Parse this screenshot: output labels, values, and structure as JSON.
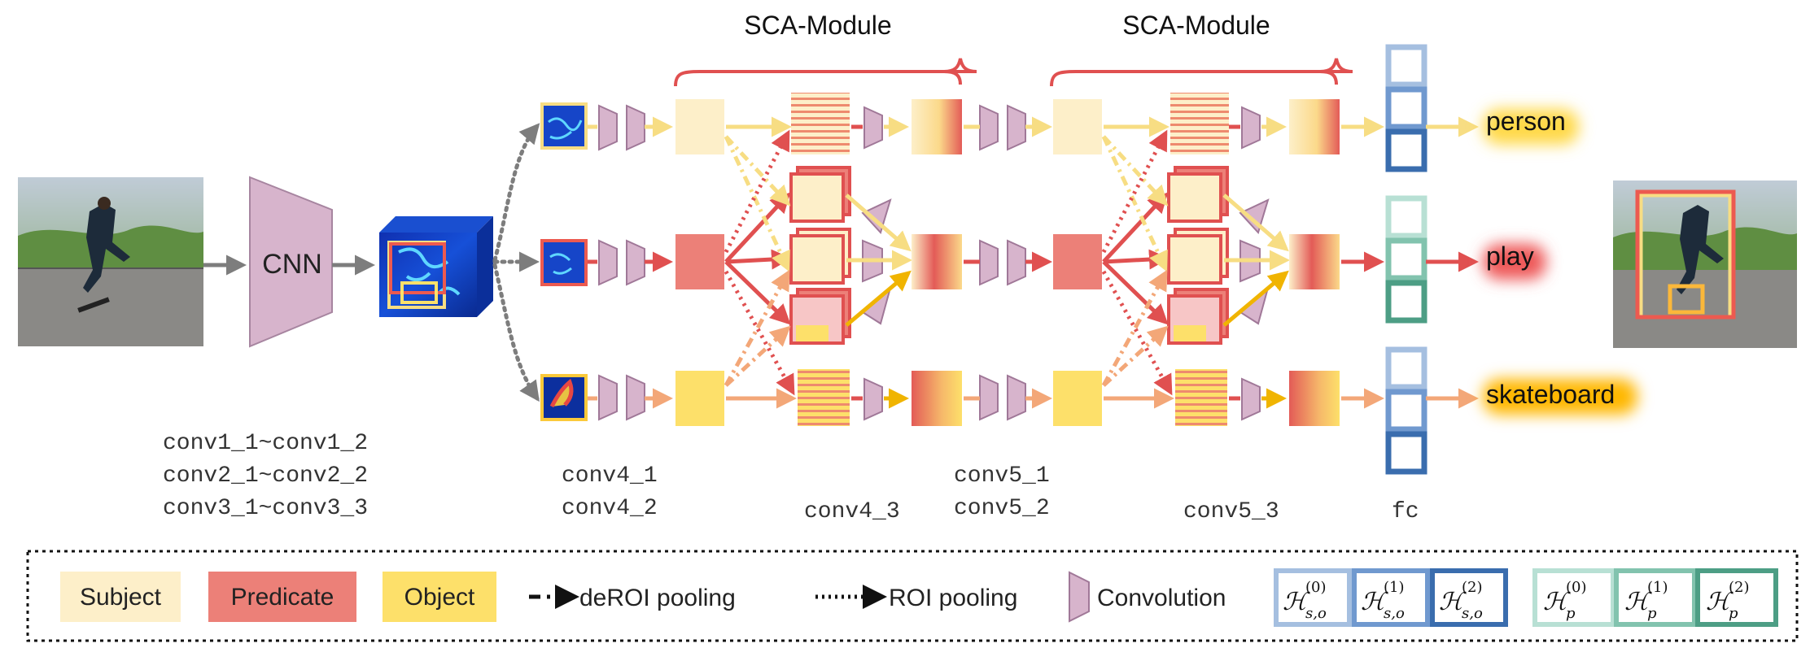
{
  "modules": [
    {
      "label": "SCA-Module"
    },
    {
      "label": "SCA-Module"
    }
  ],
  "backbone": {
    "label": "CNN"
  },
  "layer_labels": {
    "early": [
      "conv1_1~conv1_2",
      "conv2_1~conv2_2",
      "conv3_1~conv3_3"
    ],
    "conv4_first": [
      "conv4_1",
      "conv4_2"
    ],
    "conv4_last": "conv4_3",
    "conv5_first": [
      "conv5_1",
      "conv5_2"
    ],
    "conv5_last": "conv5_3",
    "fc": "fc"
  },
  "outputs": [
    {
      "label": "person",
      "glow": "#ffd94a"
    },
    {
      "label": "play",
      "glow": "#ee5a5a"
    },
    {
      "label": "skateboard",
      "glow": "#ffb700"
    }
  ],
  "legend": {
    "subject": "Subject",
    "predicate": "Predicate",
    "object": "Object",
    "deroi": "deROI pooling",
    "roi": "ROI pooling",
    "conv": "Convolution",
    "hso_sym": "ℋ",
    "hso_sub": "s,o",
    "hp_sym": "ℋ",
    "hp_sub": "p",
    "sup": [
      "(0)",
      "(1)",
      "(2)"
    ]
  },
  "colors": {
    "subject": "#fdefc9",
    "predicate": "#ec8078",
    "object": "#fde06a",
    "subject_arrow": "#f7dd83",
    "predicate_arrow": "#e05050",
    "object_arrow": "#f3a778",
    "conv": "#d7b4cc",
    "blue": [
      "#a5bfe0",
      "#7099cf",
      "#3a6dae"
    ],
    "teal": [
      "#b8e0d4",
      "#82c3ae",
      "#4d9e85"
    ]
  }
}
